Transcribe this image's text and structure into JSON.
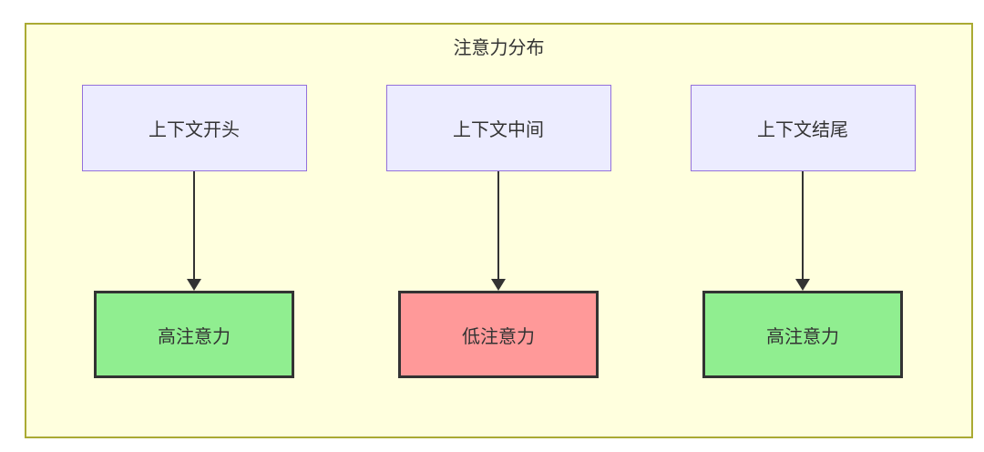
{
  "diagram": {
    "type": "flowchart-top-down",
    "title": "注意力分布",
    "columns": [
      {
        "source": "上下文开头",
        "target": "高注意力",
        "attention_level": "high"
      },
      {
        "source": "上下文中间",
        "target": "低注意力",
        "attention_level": "low"
      },
      {
        "source": "上下文结尾",
        "target": "高注意力",
        "attention_level": "high"
      }
    ],
    "edges": [
      {
        "from": "上下文开头",
        "to": "高注意力",
        "style": "arrow-down"
      },
      {
        "from": "上下文中间",
        "to": "低注意力",
        "style": "arrow-down"
      },
      {
        "from": "上下文结尾",
        "to": "高注意力",
        "style": "arrow-down"
      }
    ]
  },
  "colors": {
    "container_fill": "#FFFFDE",
    "container_border": "#AAAA33",
    "context_node_fill": "#ECECFF",
    "context_node_border": "#9370DB",
    "high_attention_fill": "#90EE90",
    "low_attention_fill": "#FF9999",
    "attention_node_border": "#333333",
    "arrow_color": "#333333",
    "text_color": "#333333"
  }
}
